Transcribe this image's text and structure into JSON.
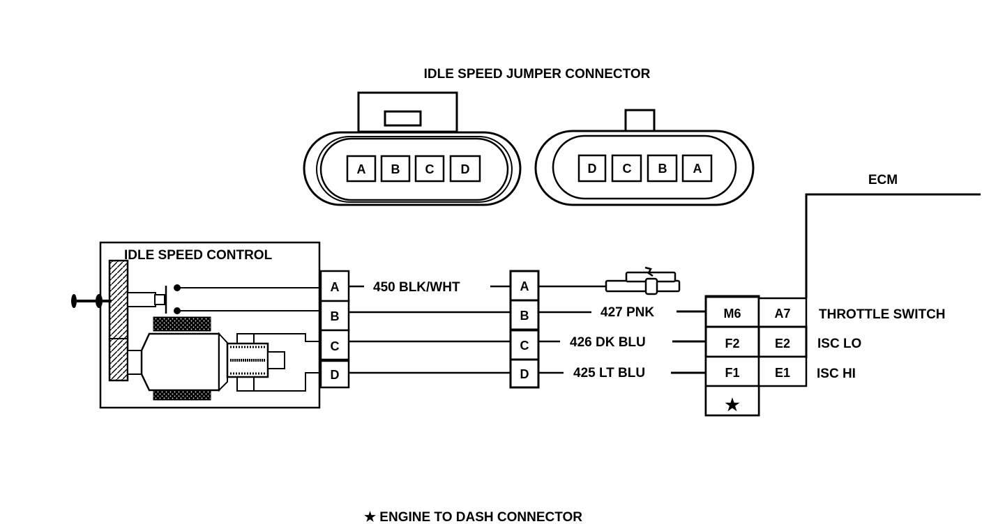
{
  "jumper_connector": {
    "title": "IDLE SPEED JUMPER CONNECTOR",
    "left_pins": [
      "A",
      "B",
      "C",
      "D"
    ],
    "right_pins": [
      "D",
      "C",
      "B",
      "A"
    ]
  },
  "isc": {
    "title": "IDLE SPEED CONTROL",
    "pins": [
      "A",
      "B",
      "C",
      "D"
    ]
  },
  "inline_connector": {
    "pins": [
      "A",
      "B",
      "C",
      "D"
    ]
  },
  "wires": {
    "a": "450 BLK/WHT",
    "b": "427 PNK",
    "c": "426 DK BLU",
    "d": "425 LT BLU"
  },
  "ecm": {
    "label": "ECM",
    "left_col": [
      "M6",
      "F2",
      "F1",
      "★"
    ],
    "right_col": [
      "A7",
      "E2",
      "E1"
    ],
    "circuits": [
      "THROTTLE SWITCH",
      "ISC LO",
      "ISC HI"
    ]
  },
  "legend": "★ ENGINE TO DASH CONNECTOR"
}
